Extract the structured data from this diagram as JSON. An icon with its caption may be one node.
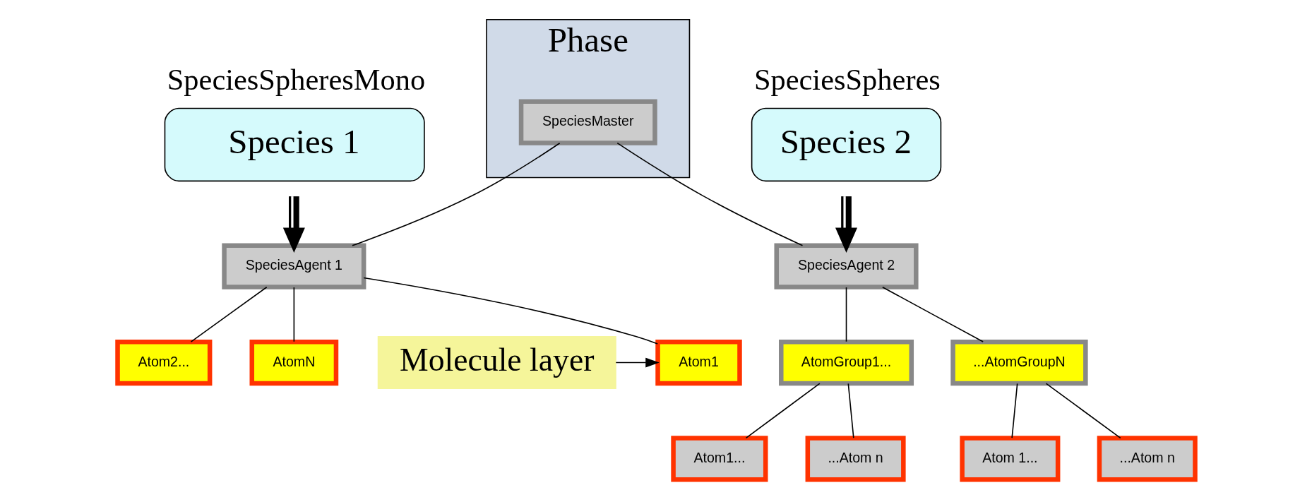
{
  "diagram": {
    "nodes": [
      {
        "text": [
          "Species 1"
        ],
        "beside": [
          "SpeciesSpheresMono"
        ]
      },
      {
        "text": [
          "Phase"
        ]
      },
      {
        "text": [
          "SpeciesMaster"
        ],
        "in": 1
      },
      {
        "text": [
          "Species 2"
        ],
        "beside": [
          "SpeciesSpheres"
        ]
      },
      {
        "text": [
          "SpeciesAgent 1"
        ]
      },
      {
        "text": [
          "SpeciesAgent 2"
        ]
      },
      {
        "text": [
          "Molecule layer"
        ]
      },
      {
        "text": [
          "Atom1"
        ]
      },
      {
        "text": [
          "Atom2..."
        ]
      },
      {
        "text": [
          "AtomN"
        ]
      },
      {
        "text": [
          "AtomGroup1..."
        ]
      },
      {
        "text": [
          "...AtomGroupN"
        ]
      },
      {
        "text": [
          "Atom1..."
        ]
      },
      {
        "text": [
          "...Atom n"
        ]
      },
      {
        "text": [
          "Atom 1..."
        ]
      },
      {
        "text": [
          "...Atom n"
        ]
      }
    ],
    "edges": [
      {
        "from": 0,
        "to": 4,
        "arrow": "to",
        "style": "thick"
      },
      {
        "from": 3,
        "to": 5,
        "arrow": "to",
        "style": "thick"
      },
      {
        "from": 2,
        "to": 4,
        "arrow": "none"
      },
      {
        "from": 2,
        "to": 5,
        "arrow": "none"
      },
      {
        "from": 4,
        "to": 7,
        "arrow": "none"
      },
      {
        "from": 4,
        "to": 8,
        "arrow": "none"
      },
      {
        "from": 4,
        "to": 9,
        "arrow": "none"
      },
      {
        "from": 5,
        "to": 10,
        "arrow": "none"
      },
      {
        "from": 5,
        "to": 11,
        "arrow": "none"
      },
      {
        "from": 10,
        "to": 12,
        "arrow": "none"
      },
      {
        "from": 10,
        "to": 13,
        "arrow": "none"
      },
      {
        "from": 11,
        "to": 14,
        "arrow": "none"
      },
      {
        "from": 11,
        "to": 15,
        "arrow": "none"
      },
      {
        "from": 6,
        "to": 7,
        "arrow": "to"
      }
    ]
  }
}
